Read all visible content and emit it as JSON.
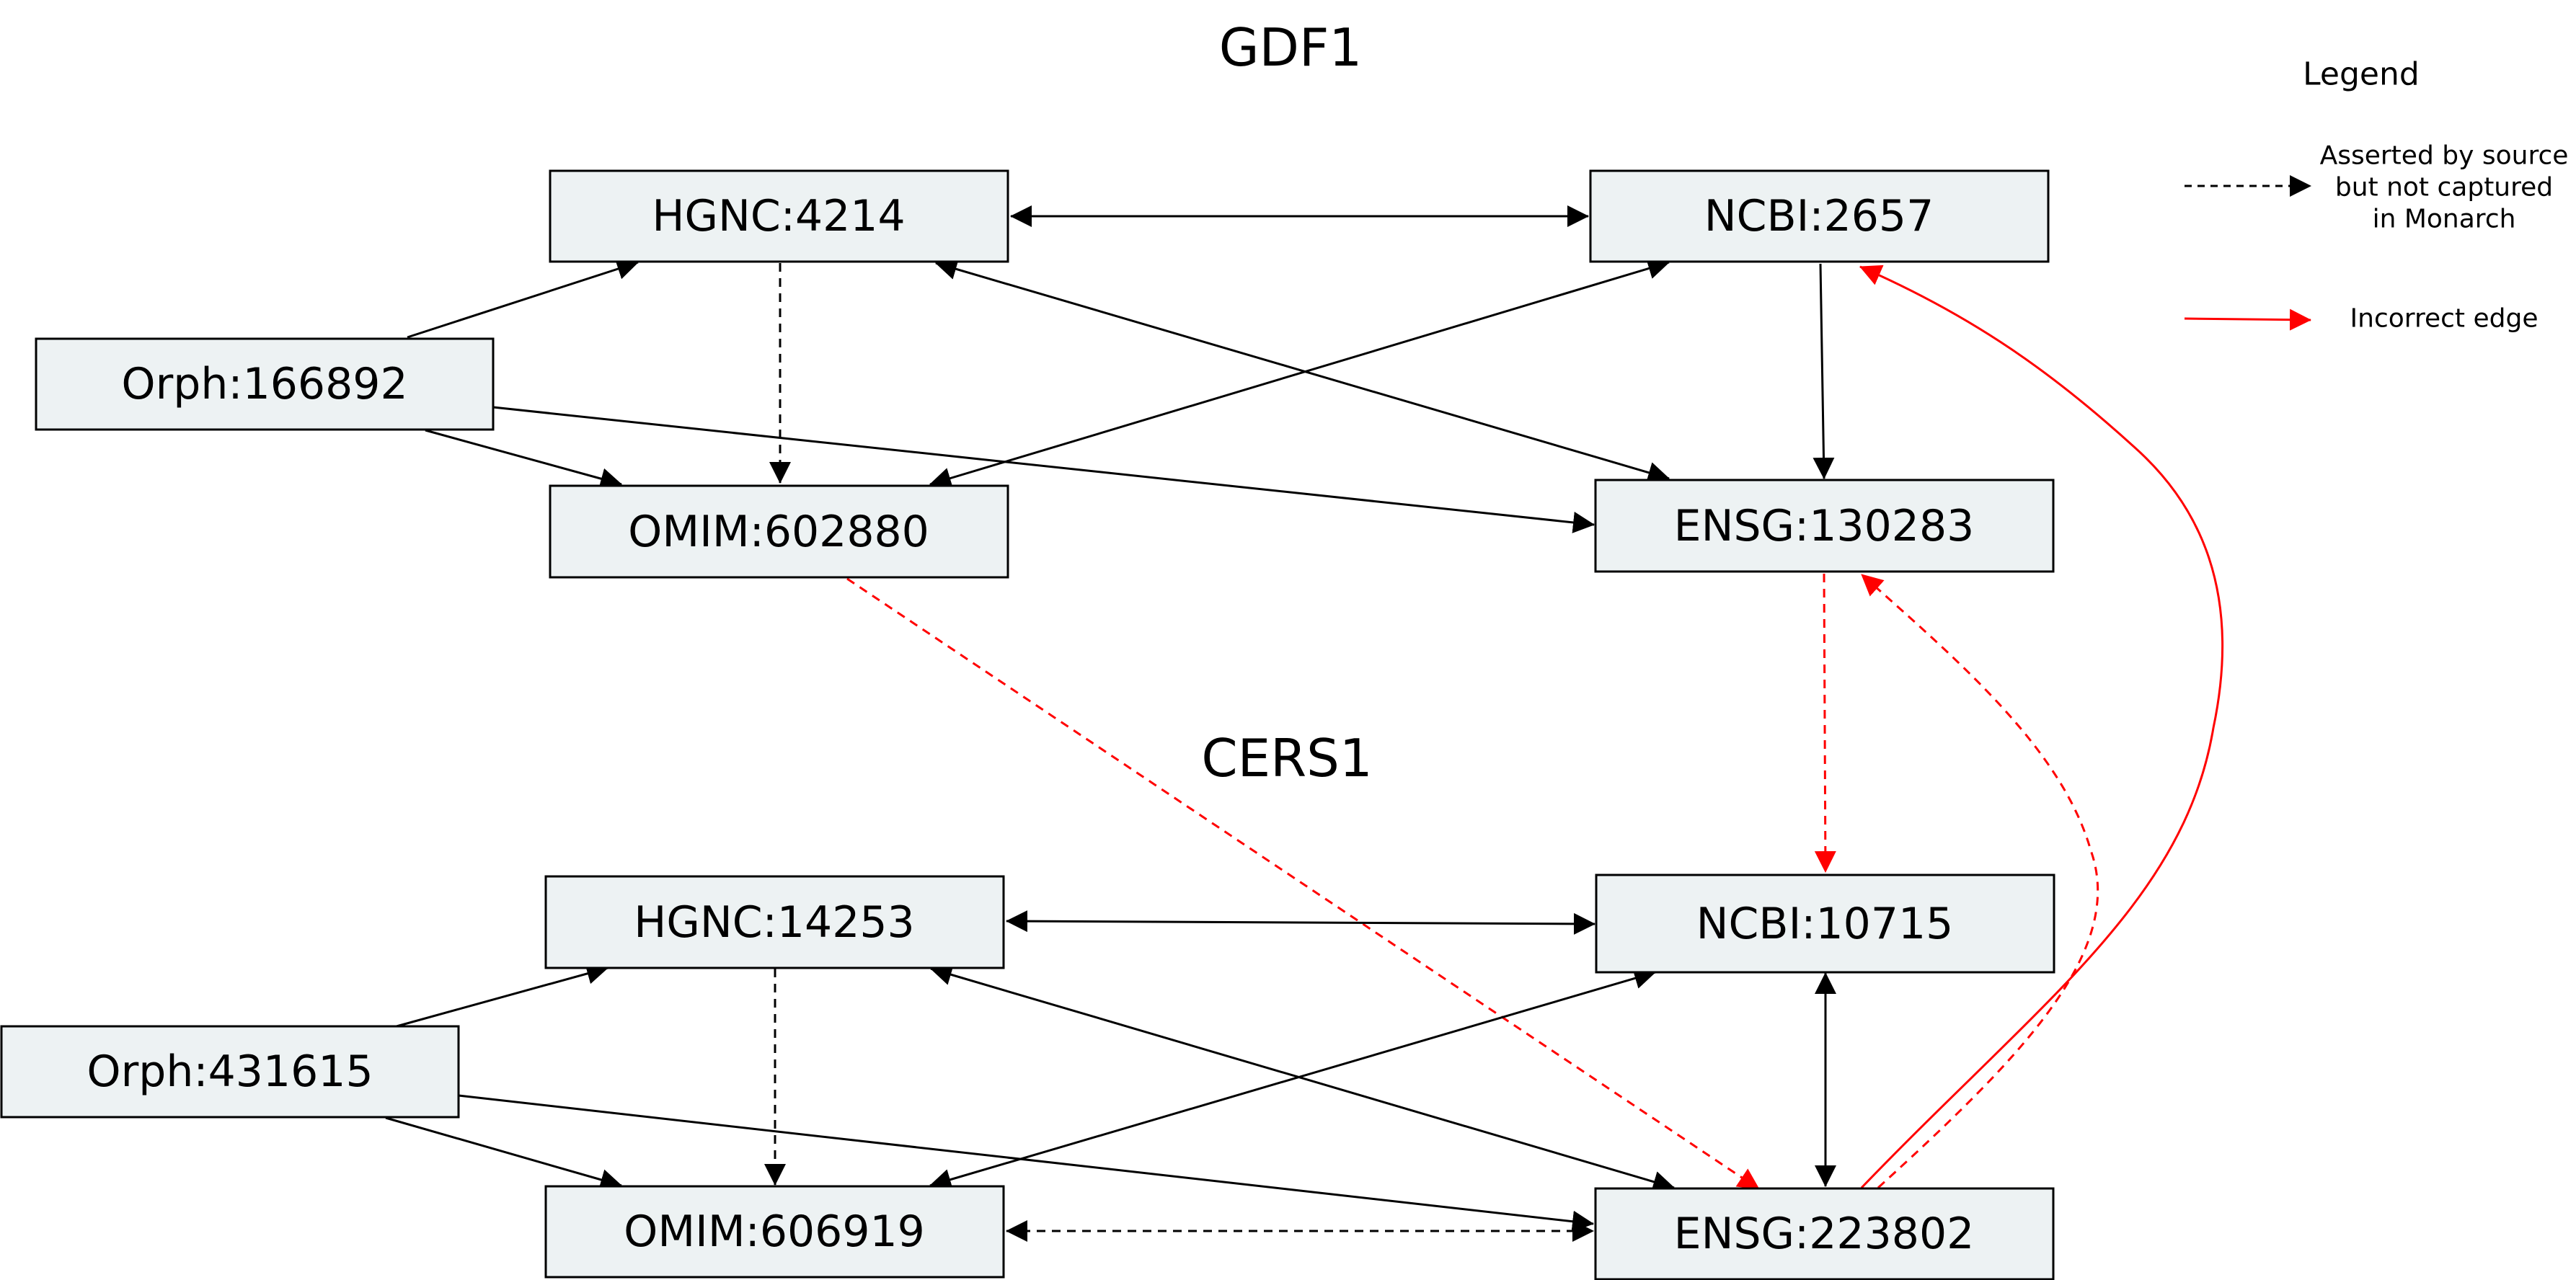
{
  "titles": {
    "top": "GDF1",
    "bottom": "CERS1"
  },
  "nodes": {
    "hgnc_4214": "HGNC:4214",
    "ncbi_2657": "NCBI:2657",
    "orph_166892": "Orph:166892",
    "omim_602880": "OMIM:602880",
    "ensg_130283": "ENSG:130283",
    "hgnc_14253": "HGNC:14253",
    "ncbi_10715": "NCBI:10715",
    "orph_431615": "Orph:431615",
    "omim_606919": "OMIM:606919",
    "ensg_223802": "ENSG:223802"
  },
  "legend": {
    "title": "Legend",
    "dashed_label_line1": "Asserted by source",
    "dashed_label_line2": "but not captured",
    "dashed_label_line3": "in Monarch",
    "red_label": "Incorrect edge"
  },
  "colors": {
    "edge_black": "#000000",
    "edge_red": "#ff0000",
    "node_fill": "#edf2f3"
  },
  "edges": [
    {
      "from": "hgnc_4214",
      "to": "ncbi_2657",
      "style": "solid",
      "color": "black",
      "direction": "both"
    },
    {
      "from": "orph_166892",
      "to": "hgnc_4214",
      "style": "solid",
      "color": "black",
      "direction": "forward"
    },
    {
      "from": "orph_166892",
      "to": "omim_602880",
      "style": "solid",
      "color": "black",
      "direction": "forward"
    },
    {
      "from": "orph_166892",
      "to": "ensg_130283",
      "style": "solid",
      "color": "black",
      "direction": "forward"
    },
    {
      "from": "hgnc_4214",
      "to": "omim_602880",
      "style": "dashed",
      "color": "black",
      "direction": "forward"
    },
    {
      "from": "hgnc_4214",
      "to": "ensg_130283",
      "style": "solid",
      "color": "black",
      "direction": "both"
    },
    {
      "from": "omim_602880",
      "to": "ncbi_2657",
      "style": "solid",
      "color": "black",
      "direction": "both"
    },
    {
      "from": "ncbi_2657",
      "to": "ensg_130283",
      "style": "solid",
      "color": "black",
      "direction": "forward"
    },
    {
      "from": "ensg_130283",
      "to": "ncbi_10715",
      "style": "dashed",
      "color": "red",
      "direction": "forward"
    },
    {
      "from": "omim_602880",
      "to": "ensg_223802",
      "style": "dashed",
      "color": "red",
      "direction": "forward"
    },
    {
      "from": "ensg_223802",
      "to": "ensg_130283",
      "style": "dashed",
      "color": "red",
      "direction": "forward"
    },
    {
      "from": "ensg_223802",
      "to": "ncbi_2657",
      "style": "solid",
      "color": "red",
      "direction": "forward"
    },
    {
      "from": "hgnc_14253",
      "to": "ncbi_10715",
      "style": "solid",
      "color": "black",
      "direction": "both"
    },
    {
      "from": "orph_431615",
      "to": "hgnc_14253",
      "style": "solid",
      "color": "black",
      "direction": "forward"
    },
    {
      "from": "orph_431615",
      "to": "omim_606919",
      "style": "solid",
      "color": "black",
      "direction": "forward"
    },
    {
      "from": "orph_431615",
      "to": "ensg_223802",
      "style": "solid",
      "color": "black",
      "direction": "forward"
    },
    {
      "from": "hgnc_14253",
      "to": "omim_606919",
      "style": "dashed",
      "color": "black",
      "direction": "forward"
    },
    {
      "from": "hgnc_14253",
      "to": "ensg_223802",
      "style": "solid",
      "color": "black",
      "direction": "both"
    },
    {
      "from": "omim_606919",
      "to": "ncbi_10715",
      "style": "solid",
      "color": "black",
      "direction": "both"
    },
    {
      "from": "ncbi_10715",
      "to": "ensg_223802",
      "style": "solid",
      "color": "black",
      "direction": "both"
    },
    {
      "from": "omim_606919",
      "to": "ensg_223802",
      "style": "dashed",
      "color": "black",
      "direction": "both"
    }
  ]
}
